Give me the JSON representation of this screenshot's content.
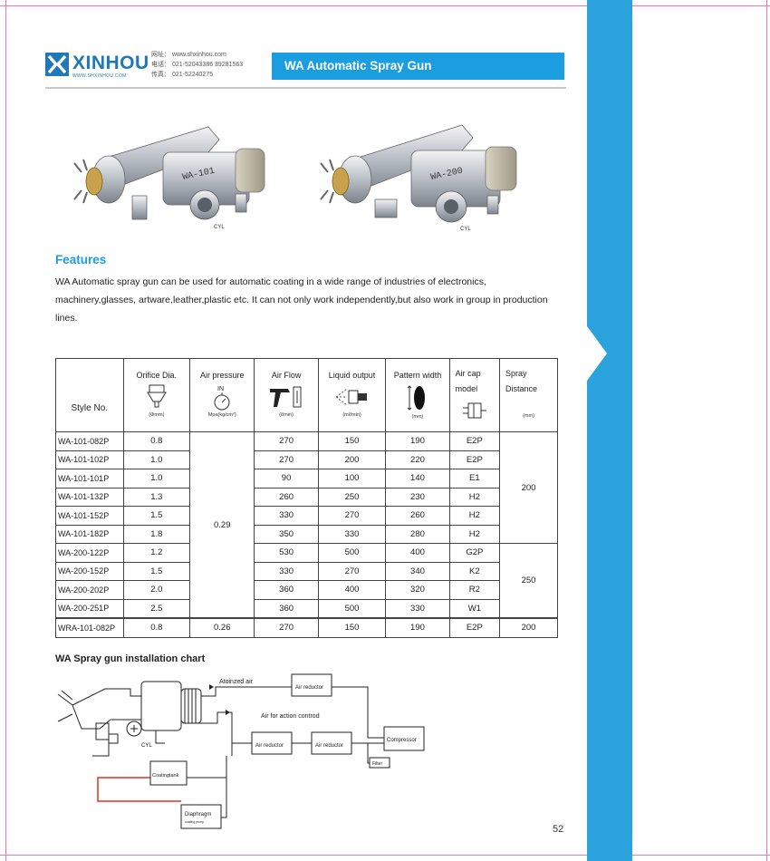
{
  "header": {
    "brand": "XINHOU",
    "brand_sub": "WWW.SHXINHOU.COM",
    "contact": [
      "网址： www.shxinhou.com",
      "电话： 021-52043386 39281563",
      "传真： 021-52240275"
    ],
    "title": "WA Automatic Spray Gun"
  },
  "products": [
    {
      "model_marking": "WA-101",
      "cyl_label": "CYL"
    },
    {
      "model_marking": "WA-200",
      "cyl_label": "CYL"
    }
  ],
  "features": {
    "heading": "Features",
    "text": "WA Automatic spray gun can be used for automatic coating in a wide range of industries of electronics, machinery,glasses, artware,leather,plastic etc. It can not only work independently,but also work in group in production lines."
  },
  "table": {
    "headers": {
      "style": "Style No.",
      "orifice": "Orifice Dia.",
      "orifice_unit": "(Φmm)",
      "air_pressure": "Air pressure",
      "air_pressure_unit": "Mpa(kg/cm²)",
      "air_pressure_icon_text": "IN",
      "air_flow": "Air Flow",
      "air_flow_unit": "(ℓ/min)",
      "liquid_output": "Liquid output",
      "liquid_output_unit": "(mℓ/min)",
      "pattern_width": "Pattern width",
      "pattern_width_unit": "(mm)",
      "air_cap": "Air cap model",
      "spray_distance": "Spray Distance",
      "spray_distance_unit": "(mm)"
    },
    "rows": [
      {
        "style": "WA-101-082P",
        "orifice": "0.8",
        "air_flow": "270",
        "liquid": "150",
        "pattern": "190",
        "cap": "E2P"
      },
      {
        "style": "WA-101-102P",
        "orifice": "1.0",
        "air_flow": "270",
        "liquid": "200",
        "pattern": "220",
        "cap": "E2P"
      },
      {
        "style": "WA-101-101P",
        "orifice": "1.0",
        "air_flow": "90",
        "liquid": "100",
        "pattern": "140",
        "cap": "E1"
      },
      {
        "style": "WA-101-132P",
        "orifice": "1.3",
        "air_flow": "260",
        "liquid": "250",
        "pattern": "230",
        "cap": "H2"
      },
      {
        "style": "WA-101-152P",
        "orifice": "1.5",
        "air_flow": "330",
        "liquid": "270",
        "pattern": "260",
        "cap": "H2"
      },
      {
        "style": "WA-101-182P",
        "orifice": "1.8",
        "air_flow": "350",
        "liquid": "330",
        "pattern": "280",
        "cap": "H2"
      },
      {
        "style": "WA-200-122P",
        "orifice": "1.2",
        "air_flow": "530",
        "liquid": "500",
        "pattern": "400",
        "cap": "G2P"
      },
      {
        "style": "WA-200-152P",
        "orifice": "1.5",
        "air_flow": "330",
        "liquid": "270",
        "pattern": "340",
        "cap": "K2"
      },
      {
        "style": "WA-200-202P",
        "orifice": "2.0",
        "air_flow": "360",
        "liquid": "400",
        "pattern": "320",
        "cap": "R2"
      },
      {
        "style": "WA-200-251P",
        "orifice": "2.5",
        "air_flow": "360",
        "liquid": "500",
        "pattern": "330",
        "cap": "W1"
      },
      {
        "style": "WRA-101-082P",
        "orifice": "0.8",
        "air_flow": "270",
        "liquid": "150",
        "pattern": "190",
        "cap": "E2P"
      }
    ],
    "merged": {
      "air_pressure_group": "0.29",
      "air_pressure_wra": "0.26",
      "distance_101": "200",
      "distance_200": "250",
      "distance_wra": "200"
    }
  },
  "install_chart": {
    "title": "WA Spray gun installation chart",
    "atomized_air_label": "Atoinzed air",
    "action_air_label": "Air for action controd",
    "air_reductor_label": "Air reductor",
    "compressor_label": "Compressor",
    "filter_label": "Filter",
    "coating_tank_label": "Coatingtank",
    "diaphragm_label": "Diaphragm",
    "diaphragm_sub": "coating pump",
    "cyl_label": "CYL"
  },
  "page_number": "52",
  "colors": {
    "accent": "#1a9ee0",
    "sidebar": "#2aa3dc",
    "hose_red": "#e2311f"
  }
}
